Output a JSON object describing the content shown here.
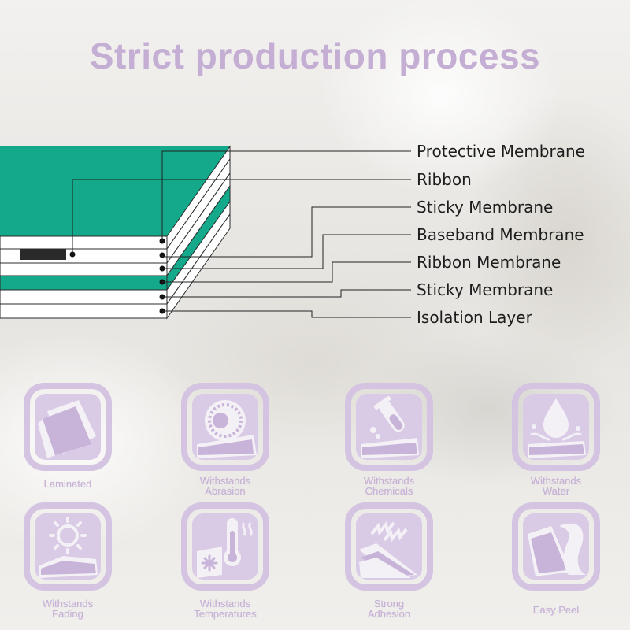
{
  "title": "Strict production process",
  "layers": [
    {
      "label": "Protective Membrane"
    },
    {
      "label": "Ribbon"
    },
    {
      "label": "Sticky Membrane"
    },
    {
      "label": "Baseband Membrane"
    },
    {
      "label": "Ribbon Membrane"
    },
    {
      "label": "Sticky Membrane"
    },
    {
      "label": "Isolation Layer"
    }
  ],
  "features": [
    {
      "icon": "laminated-icon",
      "line1": "Laminated",
      "line2": ""
    },
    {
      "icon": "abrasion-icon",
      "line1": "Withstands",
      "line2": "Abrasion"
    },
    {
      "icon": "chemicals-icon",
      "line1": "Withstands",
      "line2": "Chemicals"
    },
    {
      "icon": "water-icon",
      "line1": "Withstands",
      "line2": "Water"
    },
    {
      "icon": "fading-icon",
      "line1": "Withstands",
      "line2": "Fading"
    },
    {
      "icon": "temperatures-icon",
      "line1": "Withstands",
      "line2": "Temperatures"
    },
    {
      "icon": "adhesion-icon",
      "line1": "Strong",
      "line2": "Adhesion"
    },
    {
      "icon": "easy-peel-icon",
      "line1": "Easy Peel",
      "line2": ""
    }
  ],
  "colors": {
    "title": "#c4aed4",
    "layer_green": "#13a98a",
    "icon_fill": "#d9cae6",
    "icon_outline": "#c8b4d9",
    "icon_white": "#f4f1f6"
  }
}
